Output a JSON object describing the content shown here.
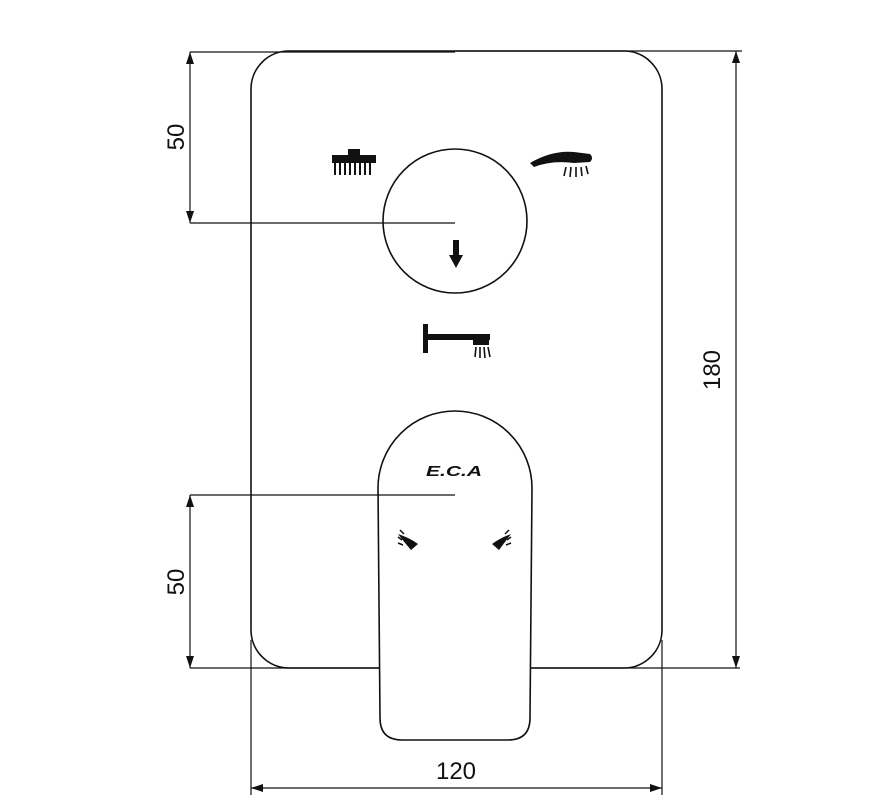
{
  "dimensions": {
    "width_label": "120",
    "height_label": "180",
    "top_offset_label": "50",
    "bottom_offset_label": "50"
  },
  "logo": {
    "text": "E.C.A"
  },
  "icons": {
    "diverter_top_left": "bath-tub-icon",
    "diverter_top_right": "hand-shower-icon",
    "diverter_center": "arrow-down-icon",
    "diverter_bottom": "bath-spout-icon",
    "lever_left": "cold-water-icon",
    "lever_right": "hot-water-icon"
  },
  "colors": {
    "line": "#111111",
    "background": "#ffffff"
  }
}
